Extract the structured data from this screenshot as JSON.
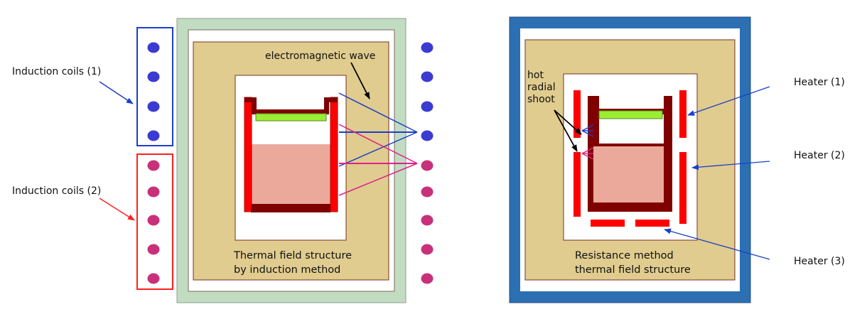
{
  "induction": {
    "coils_group_1_label": "Induction coils (1)",
    "coils_group_2_label": "Induction coils (2)",
    "wave_label": "electromagnetic wave",
    "caption_line1": "Thermal field structure",
    "caption_line2": "by induction method",
    "coil_group_1_color": "#3b3bd1",
    "coil_group_2_color": "#c8317a"
  },
  "resistance": {
    "hot_label_line1": "hot",
    "hot_label_line2": "radial",
    "hot_label_line3": "shoot",
    "heater_1_label": "Heater (1)",
    "heater_2_label": "Heater (2)",
    "heater_3_label": "Heater (3)",
    "caption_line1": "Resistance method",
    "caption_line2": "thermal field structure"
  },
  "colors": {
    "outer_induction": "#c2dcc2",
    "outer_resistance": "#2d6fb3",
    "insulation": "#e0cc8e",
    "crucible": "#800000",
    "heater": "#ff0000",
    "melt": "#eba99b",
    "lid": "#99ee33",
    "blue_arrow": "#1b3fc9",
    "magenta_arrow": "#e0208a"
  }
}
